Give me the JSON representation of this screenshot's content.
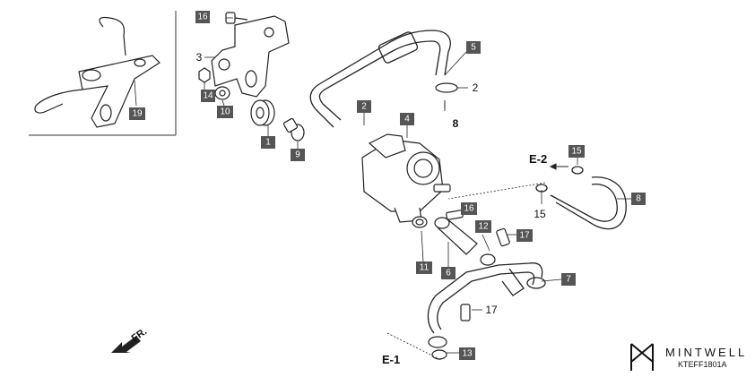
{
  "diagram": {
    "boxed_labels": {
      "b1": "1",
      "b2": "2",
      "b4": "4",
      "b5": "5",
      "b6": "6",
      "b7": "7",
      "b8": "8",
      "b9": "9",
      "b10": "10",
      "b11": "11",
      "b12": "12",
      "b13": "13",
      "b14": "14",
      "b15": "15",
      "b16a": "16",
      "b16b": "16",
      "b17": "17",
      "b19": "19"
    },
    "plain_labels": {
      "p3": "3",
      "p2": "2",
      "p8": "8",
      "p15": "15",
      "p17": "17"
    },
    "refs": {
      "e1": "E-1",
      "e2": "E-2",
      "fr": "FR."
    }
  },
  "brand": {
    "name": "MINTWELL",
    "part_code": "KTEFF1801A"
  }
}
